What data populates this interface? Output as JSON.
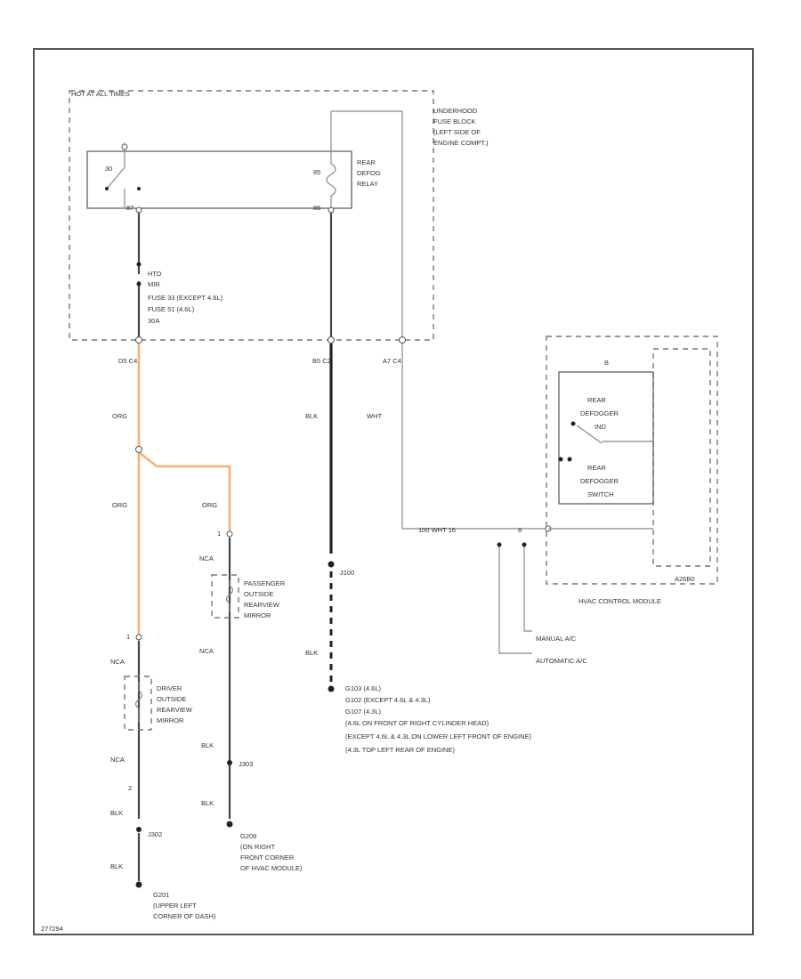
{
  "labels": {
    "hot_at_all_times": "HOT AT ALL TIMES",
    "fuse_block": [
      "UNDERHOOD",
      "FUSE BLOCK",
      "(LEFT SIDE OF",
      "ENGINE COMPT.)"
    ],
    "relay_pin_top_left": "30",
    "relay_pin_top_right": "85",
    "relay_pin_bot_left": "87",
    "relay_pin_bot_right": "86",
    "rear_defog_relay": [
      "REAR",
      "DEFOG",
      "RELAY"
    ],
    "fuse_text": [
      "HTD",
      "MIR",
      "FUSE 33   (EXCEPT 4.6L)",
      "FUSE 51   (4.6L)",
      "30A"
    ],
    "conn1": "D5  C4",
    "conn2": "B5  C2",
    "conn3": "A7  C4",
    "wire_org_1": "ORG",
    "wire_org_2": "ORG",
    "wire_org_3": "ORG",
    "wire_blk_1": "BLK",
    "wire_wht": "WHT",
    "hvac_top_pin": "B",
    "rear_defogger_ind": [
      "REAR",
      "DEFOGGER",
      "IND"
    ],
    "rear_defogger_switch": [
      "REAR",
      "DEFOGGER",
      "SWITCH"
    ],
    "hvac_conn_text": "100   WHT   16",
    "hvac_conn_pin": "8",
    "hvac_module_code": "A26B0",
    "hvac_control_module": "HVAC CONTROL MODULE",
    "manual_ac": "MANUAL A/C",
    "automatic_ac": "AUTOMATIC A/C",
    "splice_j100": "J100",
    "wire_blk_2": "BLK",
    "ground_notes": [
      "G103   (4.6L)",
      "G102   (EXCEPT 4.6L & 4.3L)",
      "G107   (4.3L)",
      "(4.6L  ON FRONT OF RIGHT CYLINDER HEAD)",
      "(EXCEPT 4.6L & 4.3L  ON LOWER LEFT FRONT OF ENGINE)",
      "(4.3L  TOP LEFT REAR OF ENGINE)"
    ],
    "pass_pin_top": "1",
    "pass_nca_1": "NCA",
    "passenger_mirror": [
      "PASSENGER",
      "OUTSIDE",
      "REARVIEW",
      "MIRROR"
    ],
    "pass_nca_2": "NCA",
    "pass_blk_1": "BLK",
    "splice_j303": "J303",
    "pass_blk_2": "BLK",
    "g209": [
      "G209",
      "(ON RIGHT",
      "FRONT CORNER",
      "OF HVAC MODULE)"
    ],
    "drv_pin_top": "1",
    "drv_nca_1": "NCA",
    "driver_mirror": [
      "DRIVER",
      "OUTSIDE",
      "REARVIEW",
      "MIRROR"
    ],
    "drv_nca_2": "NCA",
    "drv_pin_bot": "2",
    "drv_blk_1": "BLK",
    "splice_j302": "J302",
    "drv_blk_2": "BLK",
    "g201": [
      "G201",
      "(UPPER LEFT",
      "CORNER OF DASH)"
    ],
    "figure_id": "277294"
  },
  "colors": {
    "orange_wire": "#f5b07a",
    "black_wire": "#222222",
    "white_wire": "#bbbbbb"
  }
}
